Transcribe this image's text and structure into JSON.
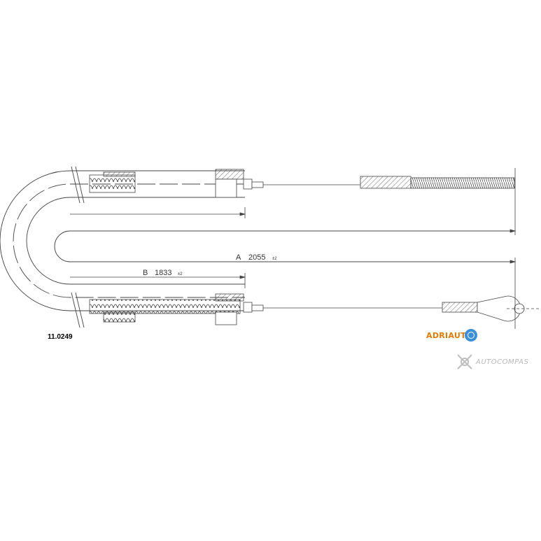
{
  "part_number": "11.0249",
  "dimensions": {
    "a_label": "A",
    "a_value": "2055",
    "a_tolerance": "±2",
    "b_label": "B",
    "b_value": "1833",
    "b_tolerance": "±2"
  },
  "brand": {
    "name": "ADRIAUT",
    "color": "#e07b00",
    "badge_color": "#3a8fd8"
  },
  "watermark": {
    "text": "AUTOCOMPAS"
  }
}
